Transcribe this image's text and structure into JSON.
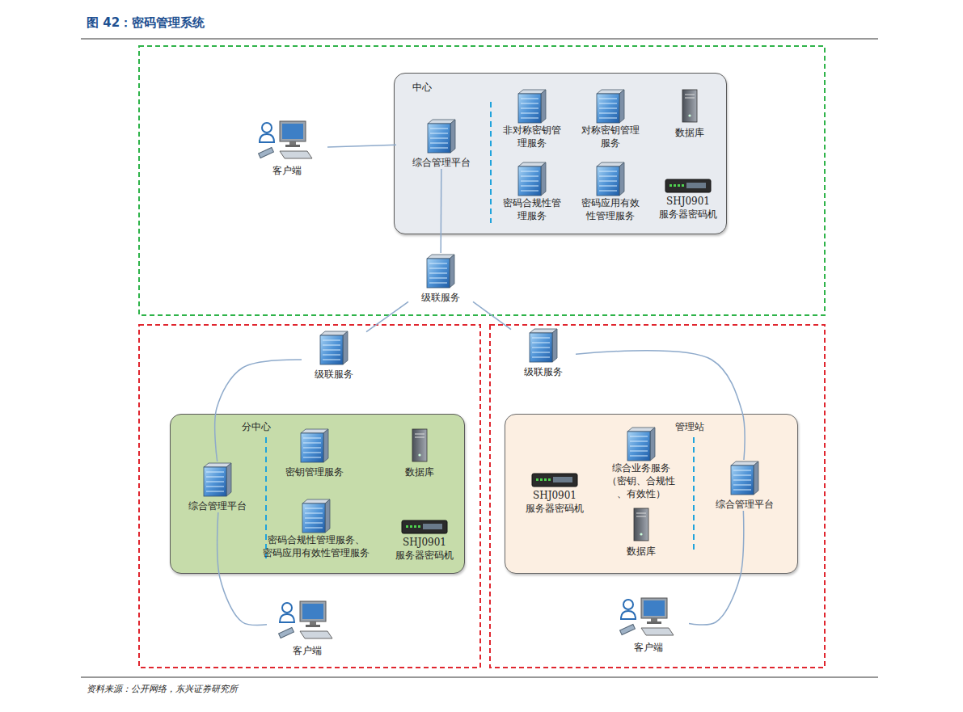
{
  "diagram": {
    "title": "图 42：密码管理系统",
    "caption": "资料来源：公开网络，东兴证券研究所",
    "nodes": [
      {
        "text": [
          "中心"
        ]
      },
      {
        "text": [
          "客户端"
        ]
      },
      {
        "text": [
          "综合管理平台"
        ],
        "in": 0
      },
      {
        "text": [
          "非对称密钥管理服务"
        ],
        "in": 0
      },
      {
        "text": [
          "对称密钥管理服务"
        ],
        "in": 0
      },
      {
        "text": [
          "数据库"
        ],
        "in": 0
      },
      {
        "text": [
          "密码合规性管理服务"
        ],
        "in": 0
      },
      {
        "text": [
          "密码应用有效性管理服务"
        ],
        "in": 0
      },
      {
        "text": [
          "SHJ0901 服务器密码机"
        ],
        "in": 0
      },
      {
        "text": [
          "级联服务"
        ]
      },
      {
        "text": [
          "级联服务"
        ]
      },
      {
        "text": [
          "分中心"
        ]
      },
      {
        "text": [
          "综合管理平台"
        ],
        "in": 11
      },
      {
        "text": [
          "密钥管理服务"
        ],
        "in": 11
      },
      {
        "text": [
          "数据库"
        ],
        "in": 11
      },
      {
        "text": [
          "密码合规性管理服务、 密码应用有效性管理服务"
        ],
        "in": 11
      },
      {
        "text": [
          "SHJ0901 服务器密码机"
        ],
        "in": 11
      },
      {
        "text": [
          "客户端"
        ]
      },
      {
        "text": [
          "级联服务"
        ]
      },
      {
        "text": [
          "管理站"
        ]
      },
      {
        "text": [
          "SHJ0901 服务器密码机"
        ],
        "in": 19
      },
      {
        "text": [
          "综合业务服务 （密钥、合规性 、有效性）"
        ],
        "in": 19
      },
      {
        "text": [
          "数据库"
        ],
        "in": 19
      },
      {
        "text": [
          "综合管理平台"
        ],
        "in": 19
      },
      {
        "text": [
          "客户端"
        ]
      }
    ],
    "edges": [
      {
        "from": 1,
        "to": 2,
        "arrow": "none"
      },
      {
        "from": 2,
        "to": 9,
        "arrow": "none"
      },
      {
        "from": 9,
        "to": 10,
        "arrow": "none"
      },
      {
        "from": 9,
        "to": 18,
        "arrow": "none"
      },
      {
        "from": 10,
        "to": 12,
        "arrow": "none"
      },
      {
        "from": 12,
        "to": 17,
        "arrow": "none"
      },
      {
        "from": 18,
        "to": 23,
        "arrow": "none"
      },
      {
        "from": 23,
        "to": 24,
        "arrow": "none"
      }
    ]
  }
}
